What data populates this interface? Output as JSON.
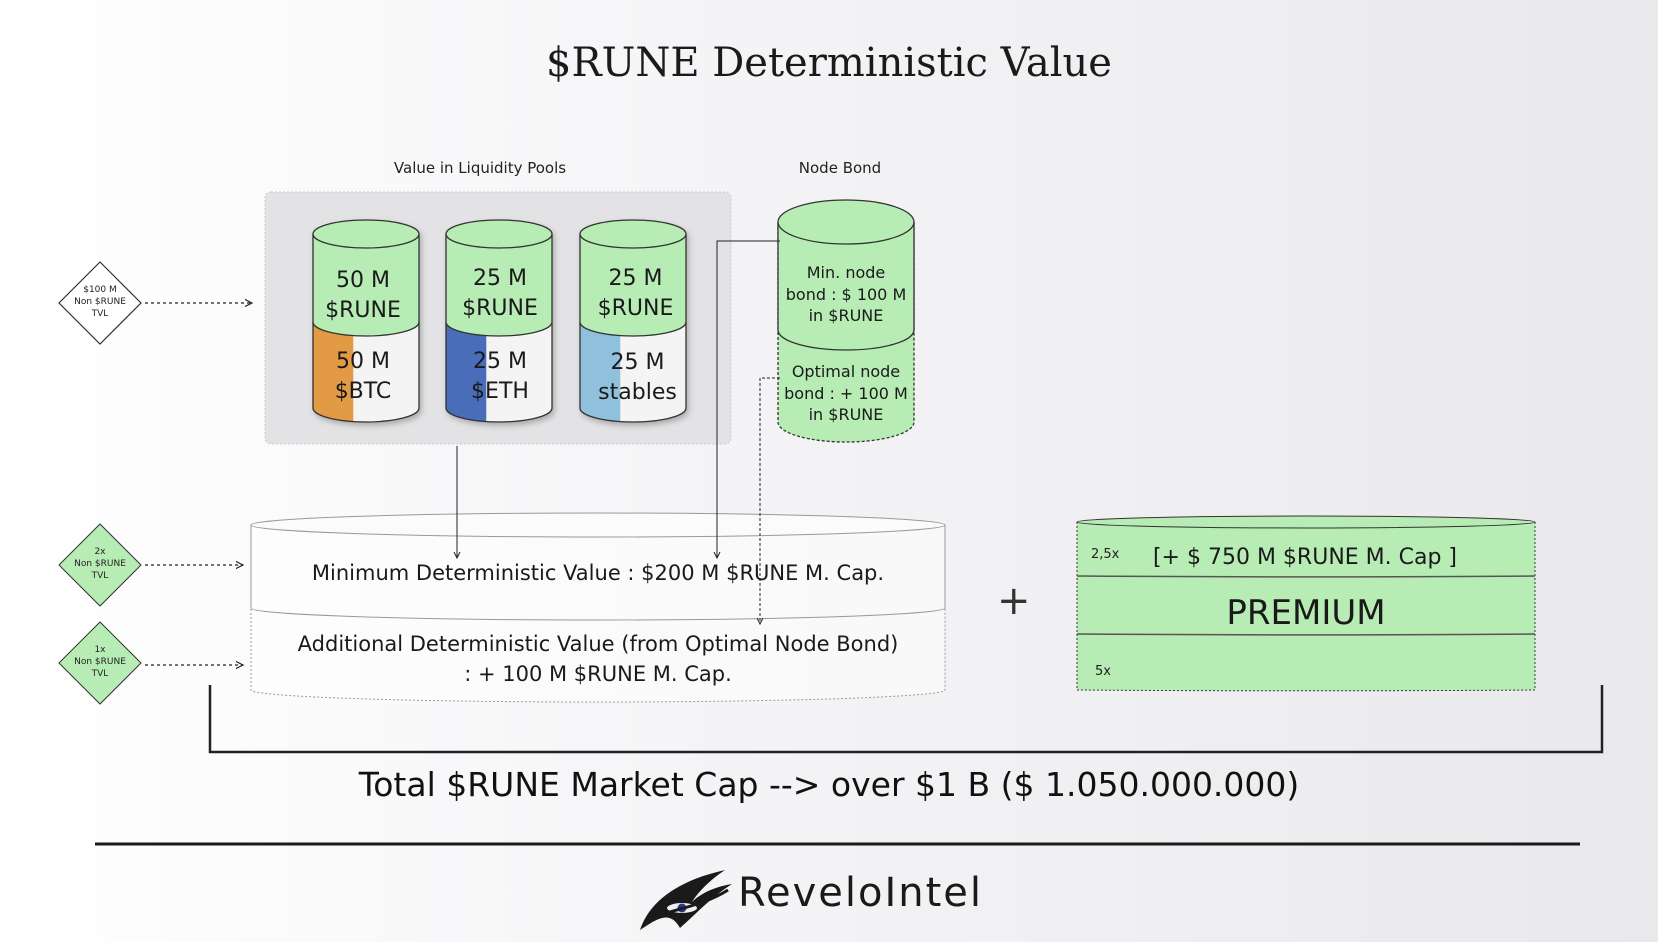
{
  "title": "$RUNE Deterministic Value",
  "labels": {
    "liquidity_pools": "Value in Liquidity Pools",
    "node_bond": "Node Bond"
  },
  "diamonds": [
    {
      "lines": [
        "$100 M",
        "Non $RUNE",
        "TVL"
      ],
      "fill": "#ffffff"
    },
    {
      "lines": [
        "2x",
        "Non $RUNE",
        "TVL"
      ],
      "fill": "#b7ecb4"
    },
    {
      "lines": [
        "1x",
        "Non $RUNE",
        "TVL"
      ],
      "fill": "#b7ecb4"
    }
  ],
  "pools": [
    {
      "top": [
        "50 M",
        "$RUNE"
      ],
      "bottom": [
        "50 M",
        "$BTC"
      ],
      "color": "#e29a45"
    },
    {
      "top": [
        "25 M",
        "$RUNE"
      ],
      "bottom": [
        "25 M",
        "$ETH"
      ],
      "color": "#4a6db8"
    },
    {
      "top": [
        "25 M",
        "$RUNE"
      ],
      "bottom": [
        "25 M",
        "stables"
      ],
      "color": "#8fc0dc"
    }
  ],
  "node_bond": {
    "min": [
      "Min. node",
      "bond : $ 100 M",
      "in $RUNE"
    ],
    "optimal": [
      "Optimal node",
      "bond : + 100 M",
      "in $RUNE"
    ]
  },
  "deterministic": {
    "minimum": "Minimum Deterministic Value : $200 M $RUNE M. Cap.",
    "additional_line1": "Additional Deterministic Value (from Optimal Node Bond)",
    "additional_line2": ": + 100 M $RUNE M. Cap."
  },
  "plus_sign": "+",
  "premium": {
    "top_multiplier": "2,5x",
    "top_text": "[+ $ 750 M $RUNE M. Cap ]",
    "label": "PREMIUM",
    "bottom_multiplier": "5x"
  },
  "total": "Total $RUNE Market Cap --> over $1 B ($ 1.050.000.000)",
  "logo": {
    "text": "ReveloIntel"
  },
  "colors": {
    "green": "#b7ecb4",
    "green_stroke": "#333333",
    "btc": "#e29a45",
    "eth": "#4a6db8",
    "stables": "#8fc0dc"
  }
}
